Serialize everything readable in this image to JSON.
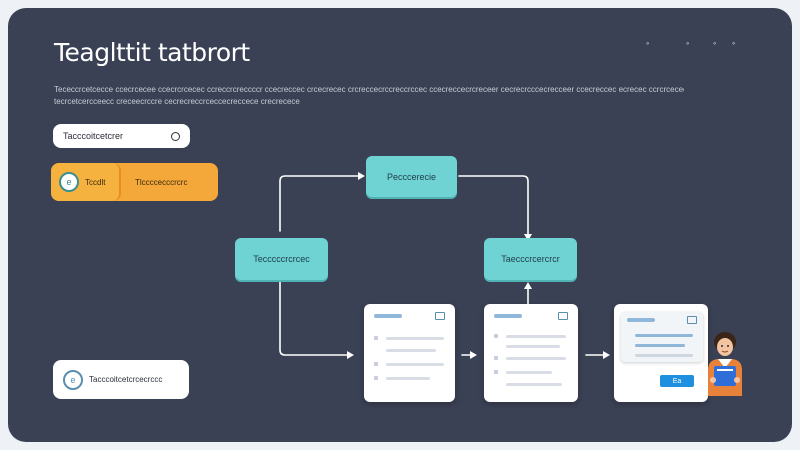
{
  "header": {
    "title": "Teaglttit tatbrort",
    "subtitle": "Tececcrcetcecce ccecrcecee ccecrcrcecec ccreccrcreccccr ccecreccec crcecrecec crcreccecrccreccrccec ccecreccecrcreceer cecrecrcccecrecceer ccecreccec ecrecec ccrcrcececceccrccrcececcrecrcce ccerccececrcrcececcreccececrcecre",
    "subtitle_line2": "tecrcetcercceecc creceecrccre cecrecreccrceccecreccece crecrecece",
    "controls": [
      "◦",
      "◦",
      "◦",
      "◦"
    ]
  },
  "left_panel": {
    "search_text": "Tacccoitcetcrer",
    "orange_left": "Tccdlt",
    "orange_right": "Tlccccecccrcrc",
    "bottom_text": "Tacccoitcetcrcecrccc"
  },
  "flow": {
    "top_node": "Pecccerecie",
    "left_node": "Tecccccrcrcec",
    "right_node": "Taecccrcercrcr",
    "doc_action": "Ea"
  },
  "colors": {
    "panel": "#3a4154",
    "node": "#6fd3d3",
    "orange": "#f4a83a",
    "card": "#ffffff"
  }
}
